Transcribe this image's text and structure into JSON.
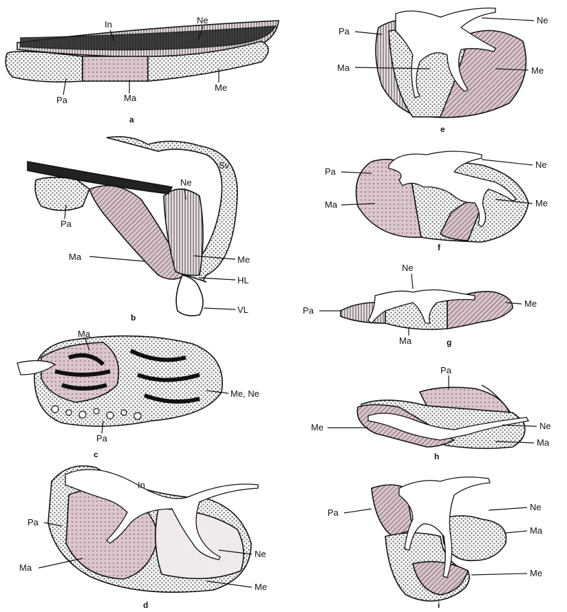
{
  "panels": [
    {
      "id": "a",
      "caption": "a",
      "labels": [
        "In",
        "Ne",
        "Pa",
        "Ma",
        "Me"
      ]
    },
    {
      "id": "b",
      "caption": "b",
      "labels": [
        "Sv",
        "Ne",
        "Pa",
        "Ma",
        "Me",
        "HL",
        "VL"
      ]
    },
    {
      "id": "c",
      "caption": "c",
      "labels": [
        "Ma",
        "Me, Ne",
        "Pa"
      ]
    },
    {
      "id": "d",
      "caption": "d",
      "labels": [
        "In",
        "Pa",
        "Ma",
        "Ne",
        "Me"
      ]
    },
    {
      "id": "e",
      "caption": "e",
      "labels": [
        "Ne",
        "Pa",
        "Ma",
        "Me"
      ]
    },
    {
      "id": "f",
      "caption": "f",
      "labels": [
        "Ne",
        "Pa",
        "Ma",
        "Me"
      ]
    },
    {
      "id": "g",
      "caption": "g",
      "labels": [
        "Ne",
        "Pa",
        "Me",
        "Ma"
      ]
    },
    {
      "id": "h",
      "caption": "h",
      "labels": [
        "Pa",
        "Me",
        "Ne",
        "Ma"
      ]
    },
    {
      "id": "i",
      "caption": "i",
      "labels": [
        "Pa",
        "Ne",
        "Ma",
        "Me"
      ]
    }
  ],
  "colors": {
    "ink": "#111111",
    "pars_anterior_tint": "#f2f2f2",
    "pars_distalis_tint": "#dcc6cc",
    "pars_intermedia_tint": "#eadfe2",
    "background": "#ffffff"
  }
}
